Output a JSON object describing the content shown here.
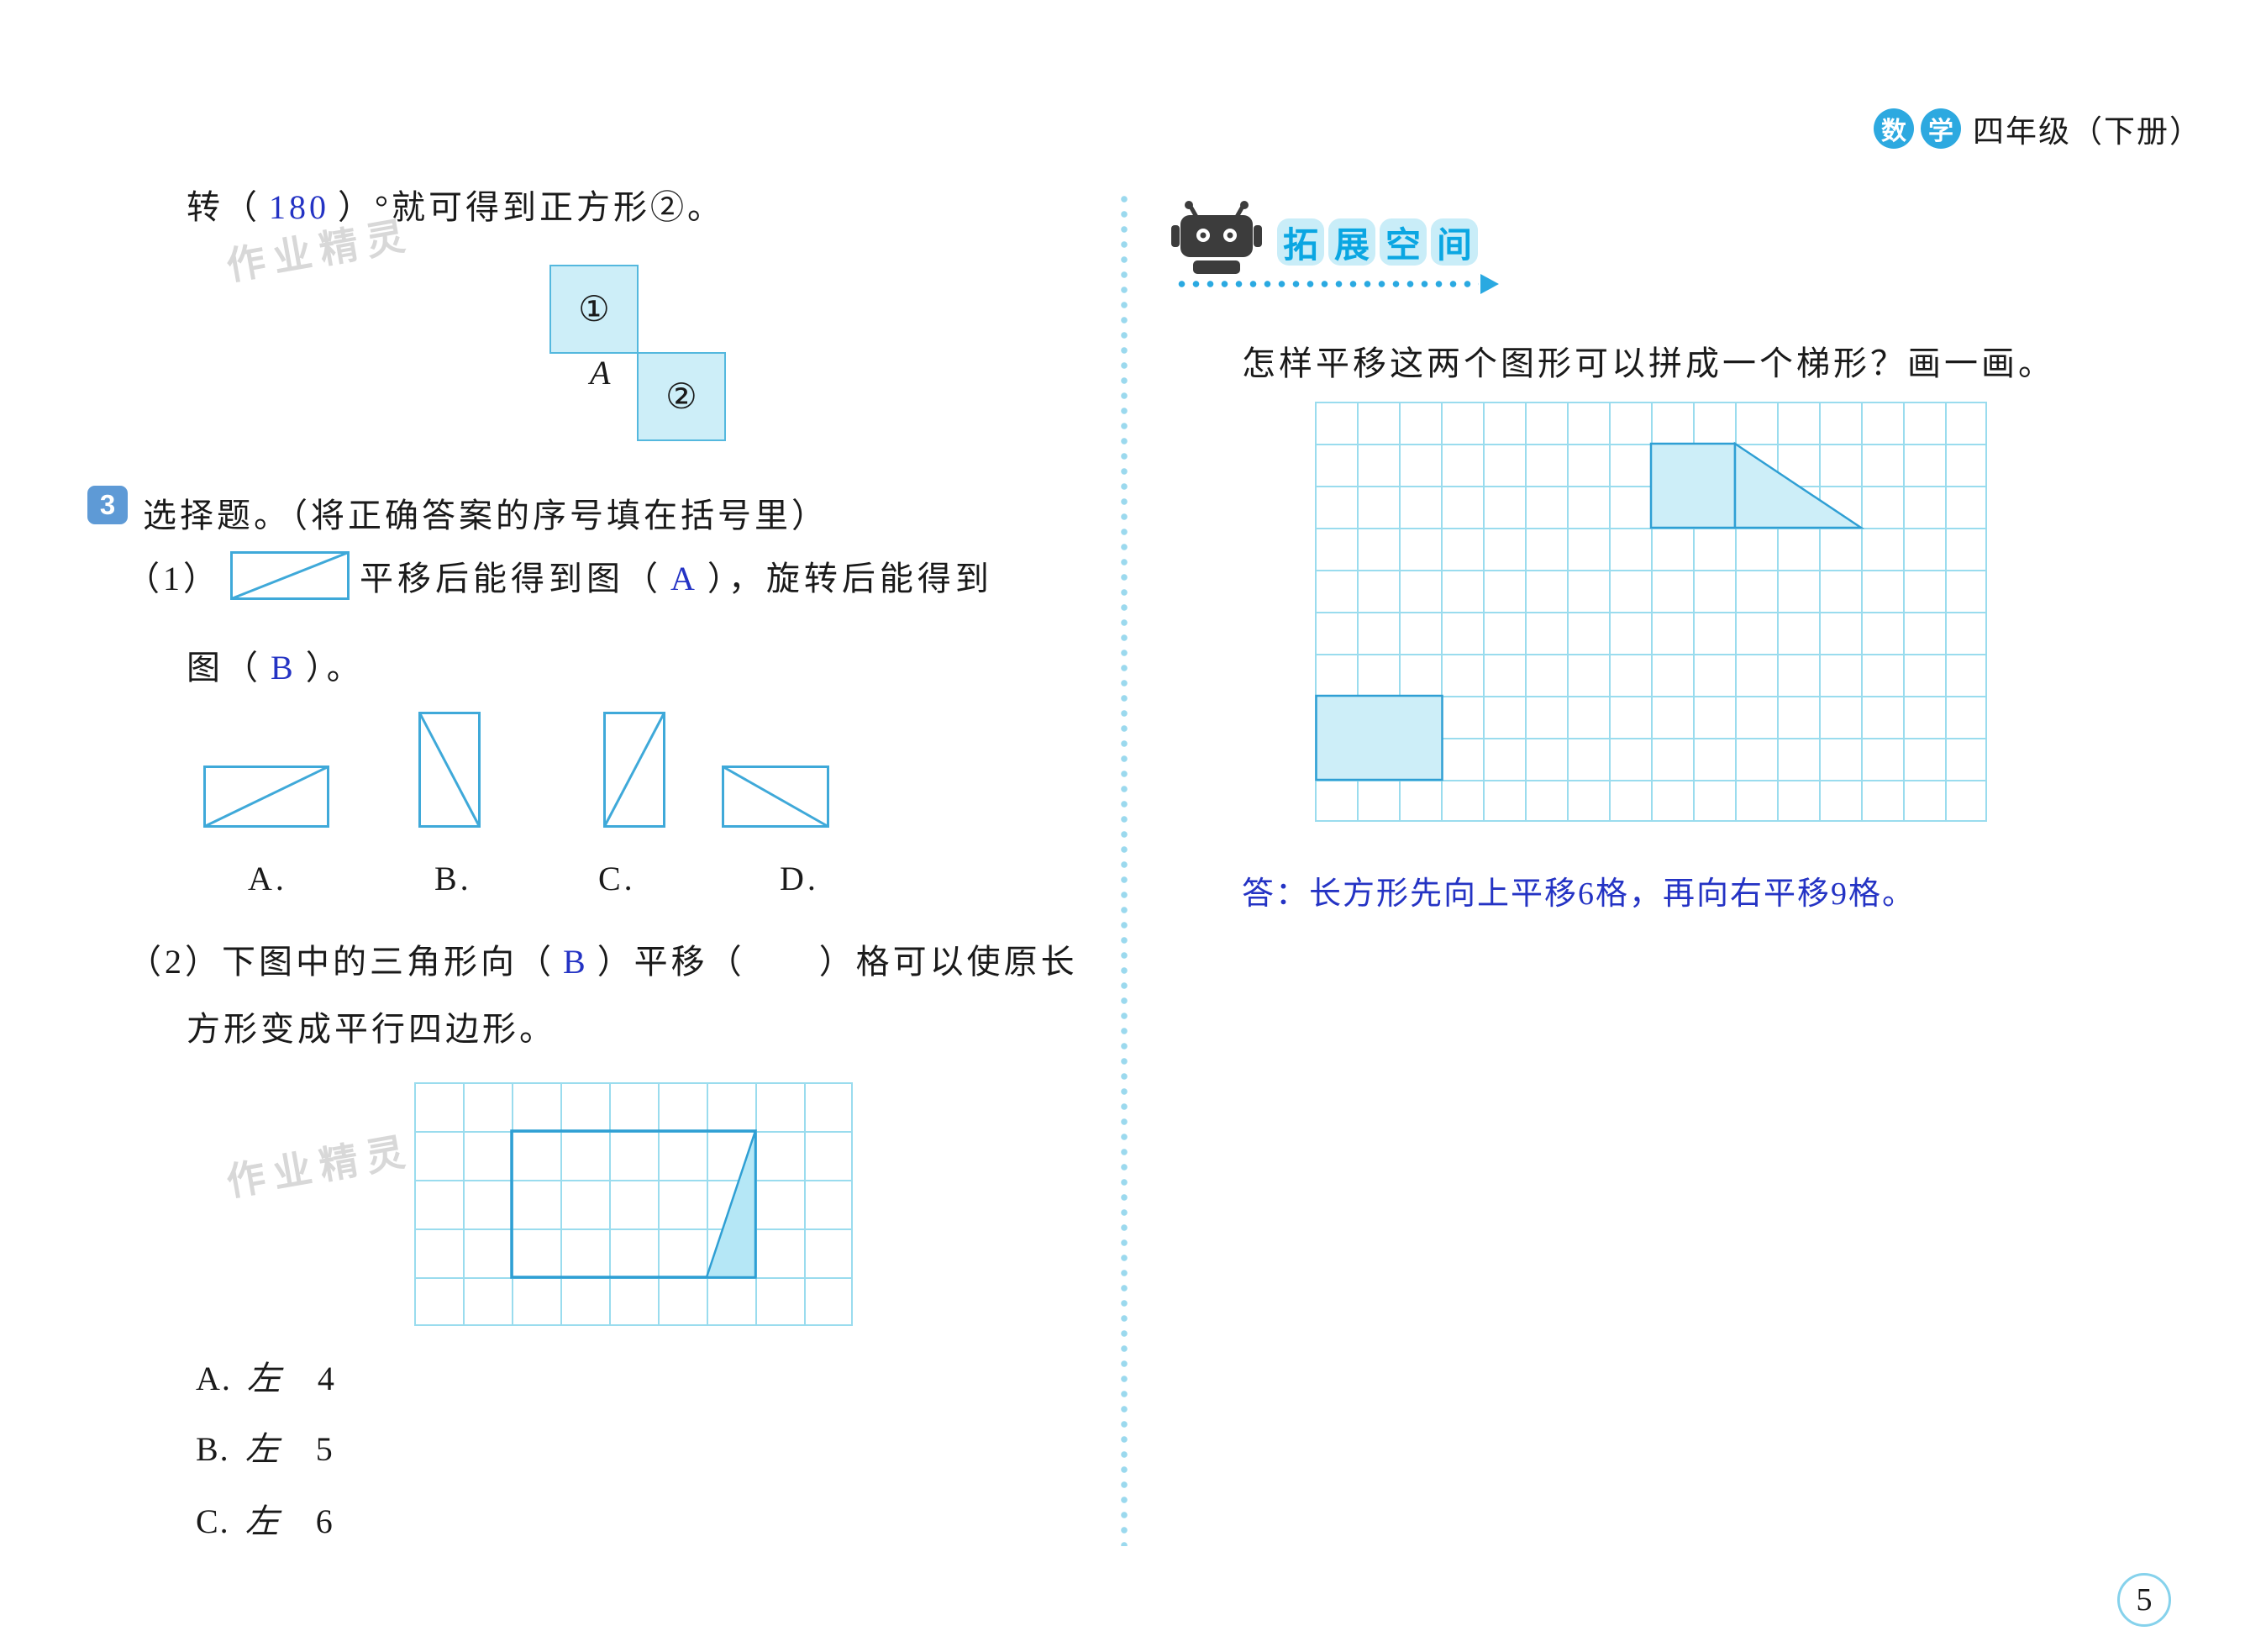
{
  "header": {
    "badge1": "数",
    "badge2": "学",
    "grade": "四年级（下册）"
  },
  "watermark": {
    "text": "作业精灵"
  },
  "intro": {
    "prefix": "转（",
    "answer": "180",
    "suffix": "）°就可得到正方形②。"
  },
  "squares": {
    "s1": "①",
    "s2": "②",
    "point": "A"
  },
  "q3": {
    "num": "3",
    "title": "选择题。（将正确答案的序号填在括号里）",
    "p1": {
      "label": "（1）",
      "before": "平移后能得到图（",
      "ans1": "A",
      "after1": "），旋转后能得到",
      "l2a": "图（",
      "ans2": "B",
      "l2b": "）。",
      "opts": [
        "A.",
        "B.",
        "C.",
        "D."
      ]
    },
    "p2": {
      "label": "（2）",
      "before": "下图中的三角形向（",
      "ans": "B",
      "mid": "）平移（",
      "blank": "　　",
      "after": "）格可以使原长",
      "line2": "方形变成平行四边形。",
      "opts": [
        {
          "k": "A.",
          "d": "左",
          "n": "4"
        },
        {
          "k": "B.",
          "d": "左",
          "n": "5"
        },
        {
          "k": "C.",
          "d": "左",
          "n": "6"
        }
      ]
    }
  },
  "ext": {
    "title_chars": [
      "拓",
      "展",
      "空",
      "间"
    ],
    "question": "怎样平移这两个图形可以拼成一个梯形？画一画。",
    "answer": "答：长方形先向上平移6格，再向右平移9格。"
  },
  "page": {
    "number": "5"
  },
  "colors": {
    "accent_blue": "#1ea7e0",
    "fill_light": "#cdeef8",
    "grid_line": "#9adcee",
    "shape_stroke": "#2f9fd4",
    "answer_blue": "#2433c4",
    "badge_blue": "#5e9ad6"
  }
}
